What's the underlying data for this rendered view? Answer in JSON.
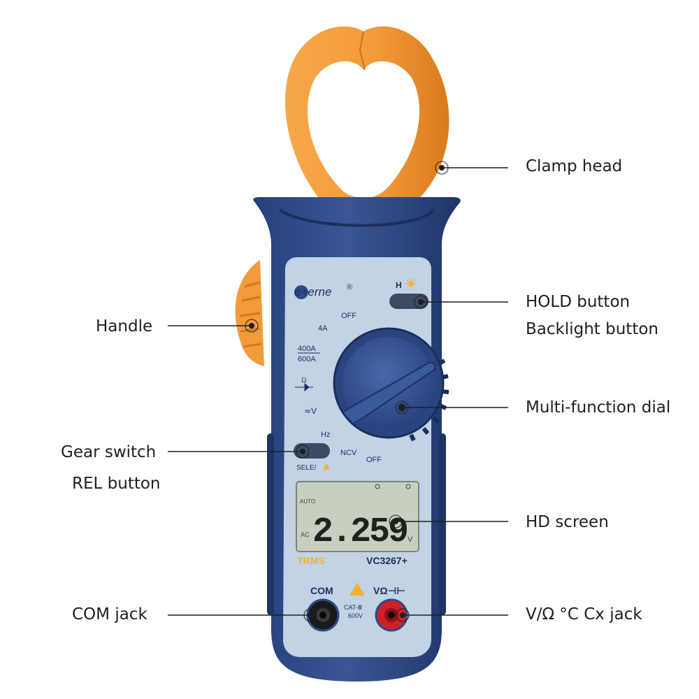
{
  "callouts": {
    "clamp_head": "Clamp head",
    "hold_button": "HOLD button",
    "backlight_button": "Backlight button",
    "handle": "Handle",
    "dial": "Multi-function dial",
    "gear_switch": "Gear switch",
    "rel_button": "REL button",
    "hd_screen": "HD screen",
    "com_jack": "COM jack",
    "v_jack": "V/Ω °C Cx jack"
  },
  "device": {
    "brand": "e+erne",
    "brand_mark": "®",
    "hold_key": "H",
    "off_top": "OFF",
    "range_4a": "4A",
    "range_400a": "400A",
    "range_600a": "600A",
    "ohm_symbol": "Ω",
    "volt_symbol": "≂V",
    "hz": "Hz",
    "ncv": "NCV",
    "off_bottom": "OFF",
    "sele": "SELE/",
    "trms": "TRMS",
    "model": "VC3267+",
    "com": "COM",
    "v_omega": "VΩ⊣⊢",
    "cat": "CAT-Ⅲ",
    "cat_volt": "600V"
  },
  "display": {
    "reading": "2.259",
    "unit": "V",
    "auto": "AUTO",
    "ac": "AC"
  },
  "colors": {
    "clamp_orange": "#f39a3a",
    "body_blue": "#2f4a86",
    "panel_light_blue": "#c3d3e6",
    "lcd_green_gray": "#c7cfc0",
    "jack_red": "#d11f28",
    "trms_yellow": "#f2b233"
  }
}
